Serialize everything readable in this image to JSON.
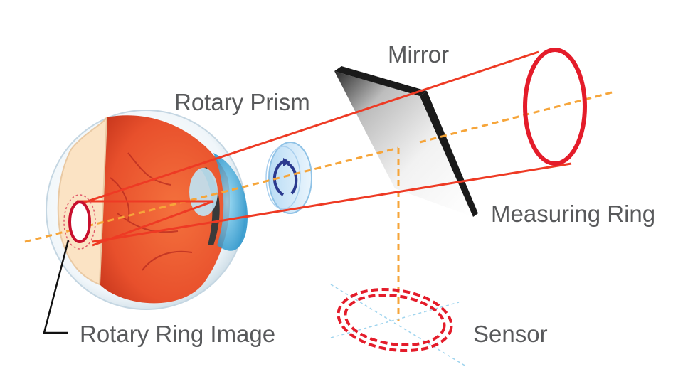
{
  "labels": {
    "mirror": "Mirror",
    "rotary_prism": "Rotary Prism",
    "measuring_ring": "Measuring Ring",
    "sensor": "Sensor",
    "rotary_ring_image": "Rotary Ring Image"
  },
  "colors": {
    "beam": "#ee3a24",
    "ring": "#e41c2a",
    "axis": "#f6a53a",
    "sensor_axis": "#9fd4ee",
    "label": "#58595b",
    "eye_red": "#e8502c",
    "cornea": "#35aee2",
    "prism": "#cfe6f8",
    "prism_arrow": "#2b3a8f"
  }
}
